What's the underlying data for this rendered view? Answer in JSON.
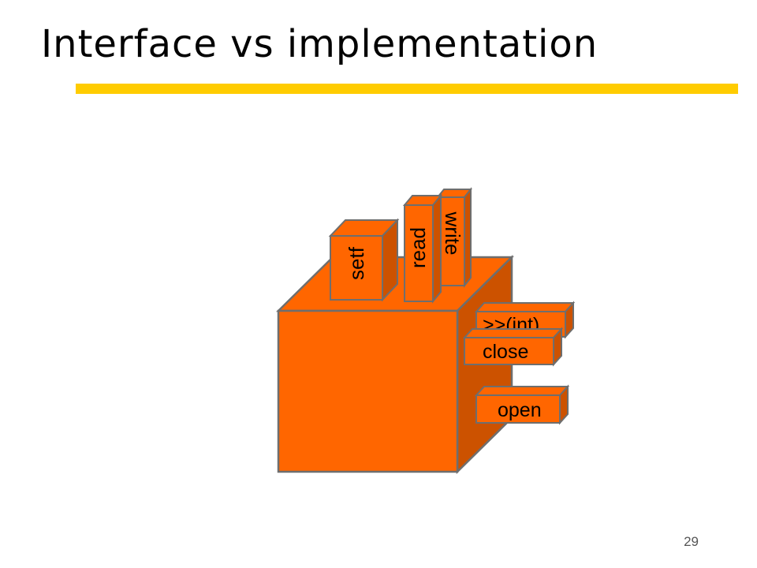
{
  "slide": {
    "title": "Interface vs implementation",
    "number": "29"
  },
  "diagram": {
    "top_methods": [
      {
        "id": "write",
        "label": "write"
      },
      {
        "id": "read",
        "label": "read"
      },
      {
        "id": "setf",
        "label": "setf"
      }
    ],
    "side_methods": [
      {
        "id": "extract-int",
        "label": ">>(int)"
      },
      {
        "id": "close",
        "label": "close"
      },
      {
        "id": "open",
        "label": "open"
      }
    ]
  },
  "colors": {
    "accent_rule": "#FFCC00",
    "cube_front": "#FF6600",
    "cube_side": "#CC5200",
    "outline": "#6E6E6E"
  }
}
